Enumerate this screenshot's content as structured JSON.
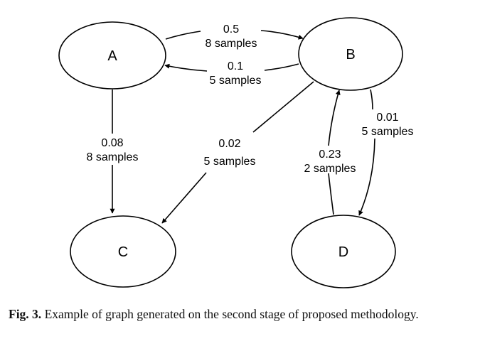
{
  "nodes": {
    "a": "A",
    "b": "B",
    "c": "C",
    "d": "D"
  },
  "edges": {
    "a_b": {
      "weight": "0.5",
      "samples": "8 samples"
    },
    "b_a": {
      "weight": "0.1",
      "samples": "5 samples"
    },
    "a_c": {
      "weight": "0.08",
      "samples": "8 samples"
    },
    "b_c": {
      "weight": "0.02",
      "samples": "5 samples"
    },
    "d_b": {
      "weight": "0.23",
      "samples": "2 samples"
    },
    "b_d": {
      "weight": "0.01",
      "samples": "5 samples"
    }
  },
  "caption": {
    "label": "Fig. 3.",
    "text": "Example of graph generated on the second stage of proposed methodology."
  }
}
